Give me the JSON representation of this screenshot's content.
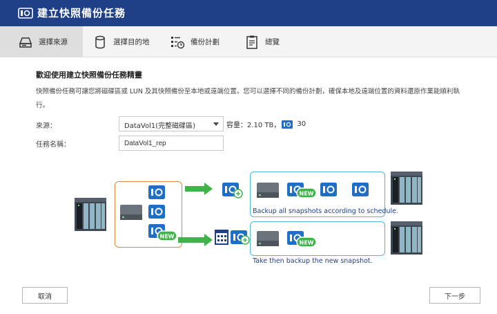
{
  "window": {
    "title": "建立快照備份任務"
  },
  "steps": [
    {
      "label": "選擇來源",
      "icon": "drive-icon"
    },
    {
      "label": "選擇目的地",
      "icon": "database-icon"
    },
    {
      "label": "備份計劃",
      "icon": "schedule-icon"
    },
    {
      "label": "總覽",
      "icon": "clipboard-icon"
    }
  ],
  "main": {
    "heading": "歡迎使用建立快照備份任務精靈",
    "description": "快照備份任務可讓您將磁碟區或 LUN 及其快照備份至本地或遠端位置。您可以選擇不同的備份計劃，確保本地及遠端位置的資料還原作業能順利執行。"
  },
  "form": {
    "source_label": "來源：",
    "source_value": "DataVol1(完整磁碟區)",
    "capacity_label": "容量：",
    "capacity_value": "2.10 TB，",
    "snapshot_count": "30",
    "job_name_label": "任務名稱：",
    "job_name_value": "DataVol1_rep"
  },
  "diagram": {
    "badge_new": "NEW",
    "caption_top": "Backup all snapshots according to schedule.",
    "caption_bottom": "Take then backup the new snapshot."
  },
  "buttons": {
    "cancel": "取消",
    "next": "下一步"
  },
  "colors": {
    "titlebar": "#1f3f86",
    "accent": "#1f6fc8",
    "green": "#3fb24a",
    "orange": "#e8843c",
    "cyan": "#4cb8d8"
  }
}
